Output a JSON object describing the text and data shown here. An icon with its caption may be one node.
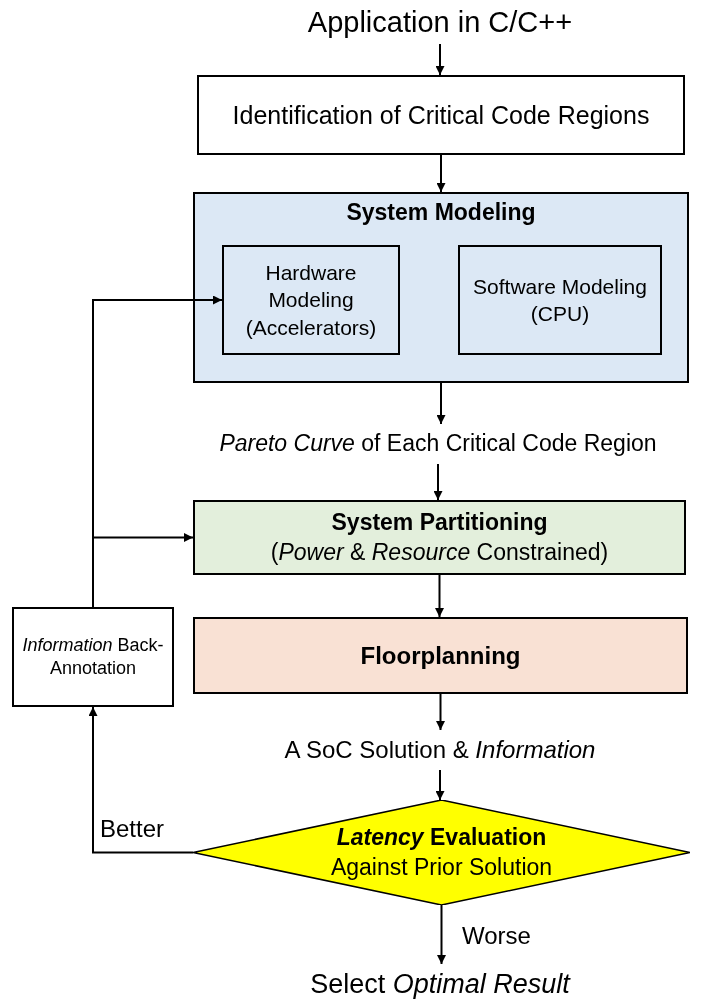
{
  "diagram": {
    "nodes": [
      {
        "text": [
          "Application in C/C++"
        ]
      },
      {
        "text": [
          "Identification of Critical Code Regions"
        ]
      },
      {
        "text": [
          "System Modeling"
        ]
      },
      {
        "text": [
          "Hardware Modeling (Accelerators)"
        ],
        "in": 2
      },
      {
        "text": [
          "Software Modeling (CPU)"
        ],
        "in": 2
      },
      {
        "text": [
          "*Pareto Curve* of Each Critical Code Region"
        ]
      },
      {
        "text": [
          "System Partitioning",
          "(*Power* & *Resource* Constrained)"
        ]
      },
      {
        "text": [
          "Floorplanning"
        ]
      },
      {
        "text": [
          "A SoC Solution & *Information*"
        ]
      },
      {
        "text": [
          "*Latency* Evaluation",
          "Against Prior Solution"
        ]
      },
      {
        "text": [
          "*Information* Back-Annotation"
        ]
      },
      {
        "text": [
          "Select *Optimal Result*"
        ]
      }
    ],
    "edges": [
      {
        "from": 0,
        "to": 1,
        "arrow": "to"
      },
      {
        "from": 1,
        "to": 2,
        "arrow": "to"
      },
      {
        "from": 2,
        "to": 5,
        "arrow": "to"
      },
      {
        "from": 5,
        "to": 6,
        "arrow": "to"
      },
      {
        "from": 6,
        "to": 7,
        "arrow": "to"
      },
      {
        "from": 7,
        "to": 8,
        "arrow": "to"
      },
      {
        "from": 8,
        "to": 9,
        "arrow": "to"
      },
      {
        "from": 9,
        "to": 10,
        "arrow": "to",
        "label": "Better"
      },
      {
        "from": 10,
        "to": 3,
        "arrow": "to"
      },
      {
        "from": 10,
        "to": 6,
        "arrow": "to"
      },
      {
        "from": 9,
        "to": 11,
        "arrow": "to",
        "label": "Worse"
      }
    ]
  }
}
